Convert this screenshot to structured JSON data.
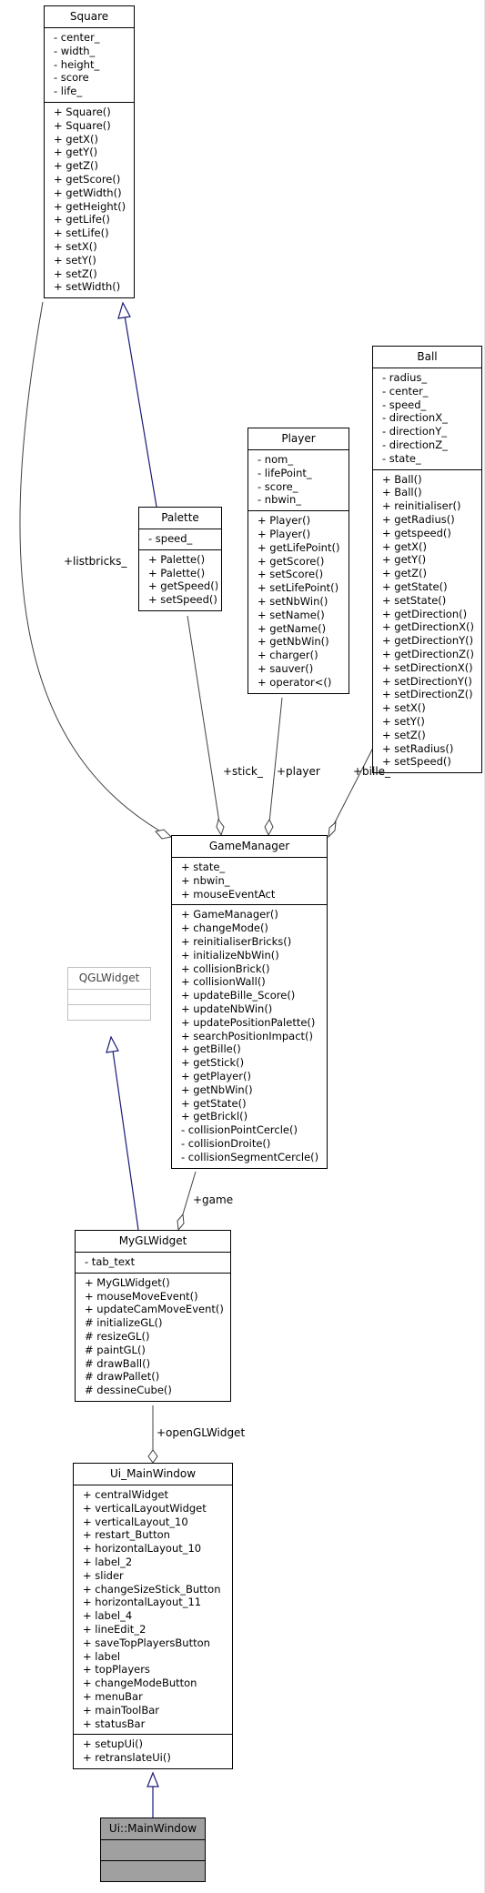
{
  "classes": {
    "square": {
      "name": "Square",
      "attributes": [
        "- center_",
        "- width_",
        "- height_",
        "- score",
        "- life_"
      ],
      "methods": [
        "+ Square()",
        "+ Square()",
        "+ getX()",
        "+ getY()",
        "+ getZ()",
        "+ getScore()",
        "+ getWidth()",
        "+ getHeight()",
        "+ getLife()",
        "+ setLife()",
        "+ setX()",
        "+ setY()",
        "+ setZ()",
        "+ setWidth()"
      ]
    },
    "ball": {
      "name": "Ball",
      "attributes": [
        "- radius_",
        "- center_",
        "- speed_",
        "- directionX_",
        "- directionY_",
        "- directionZ_",
        "- state_"
      ],
      "methods": [
        "+ Ball()",
        "+ Ball()",
        "+ reinitialiser()",
        "+ getRadius()",
        "+ getspeed()",
        "+ getX()",
        "+ getY()",
        "+ getZ()",
        "+ getState()",
        "+ setState()",
        "+ getDirection()",
        "+ getDirectionX()",
        "+ getDirectionY()",
        "+ getDirectionZ()",
        "+ setDirectionX()",
        "+ setDirectionY()",
        "+ setDirectionZ()",
        "+ setX()",
        "+ setY()",
        "+ setZ()",
        "+ setRadius()",
        "+ setSpeed()"
      ]
    },
    "player": {
      "name": "Player",
      "attributes": [
        "- nom_",
        "- lifePoint_",
        "- score_",
        "- nbwin_"
      ],
      "methods": [
        "+ Player()",
        "+ Player()",
        "+ getLifePoint()",
        "+ getScore()",
        "+ setScore()",
        "+ setLifePoint()",
        "+ setNbWin()",
        "+ setName()",
        "+ getName()",
        "+ getNbWin()",
        "+ charger()",
        "+ sauver()",
        "+ operator<()"
      ]
    },
    "palette": {
      "name": "Palette",
      "attributes": [
        "- speed_"
      ],
      "methods": [
        "+ Palette()",
        "+ Palette()",
        "+ getSpeed()",
        "+ setSpeed()"
      ]
    },
    "gamemanager": {
      "name": "GameManager",
      "attributes": [
        "+ state_",
        "+ nbwin_",
        "+ mouseEventAct"
      ],
      "methods": [
        "+ GameManager()",
        "+ changeMode()",
        "+ reinitialiserBricks()",
        "+ initializeNbWin()",
        "+ collisionBrick()",
        "+ collisionWall()",
        "+ updateBille_Score()",
        "+ updateNbWin()",
        "+ updatePositionPalette()",
        "+ searchPositionImpact()",
        "+ getBille()",
        "+ getStick()",
        "+ getPlayer()",
        "+ getNbWin()",
        "+ getState()",
        "+ getBrickl()",
        "- collisionPointCercle()",
        "- collisionDroite()",
        "- collisionSegmentCercle()"
      ]
    },
    "qglwidget": {
      "name": "QGLWidget",
      "attributes": [],
      "methods": []
    },
    "myglwidget": {
      "name": "MyGLWidget",
      "attributes": [
        "- tab_text"
      ],
      "methods": [
        "+ MyGLWidget()",
        "+ mouseMoveEvent()",
        "+ updateCamMoveEvent()",
        "# initializeGL()",
        "# resizeGL()",
        "# paintGL()",
        "# drawBall()",
        "# drawPallet()",
        "# dessineCube()"
      ]
    },
    "uimainwindow": {
      "name": "Ui_MainWindow",
      "attributes": [
        "+ centralWidget",
        "+ verticalLayoutWidget",
        "+ verticalLayout_10",
        "+ restart_Button",
        "+ horizontalLayout_10",
        "+ label_2",
        "+ slider",
        "+ changeSizeStick_Button",
        "+ horizontalLayout_11",
        "+ label_4",
        "+ lineEdit_2",
        "+ saveTopPlayersButton",
        "+ label",
        "+ topPlayers",
        "+ changeModeButton",
        "+ menuBar",
        "+ mainToolBar",
        "+ statusBar"
      ],
      "methods": [
        "+ setupUi()",
        "+ retranslateUi()"
      ]
    },
    "ui_mainwindow_ns": {
      "name": "Ui::MainWindow",
      "attributes": [],
      "methods": []
    }
  },
  "relations": {
    "listbricks": "+listbricks_",
    "stick": "+stick_",
    "player": "+player",
    "bille": "+bille_",
    "game": "+game",
    "openglwidget": "+openGLWidget"
  },
  "colors": {
    "inheritance": "#1a1a7a",
    "association": "#404040",
    "highlight": "#a0a0a0"
  }
}
